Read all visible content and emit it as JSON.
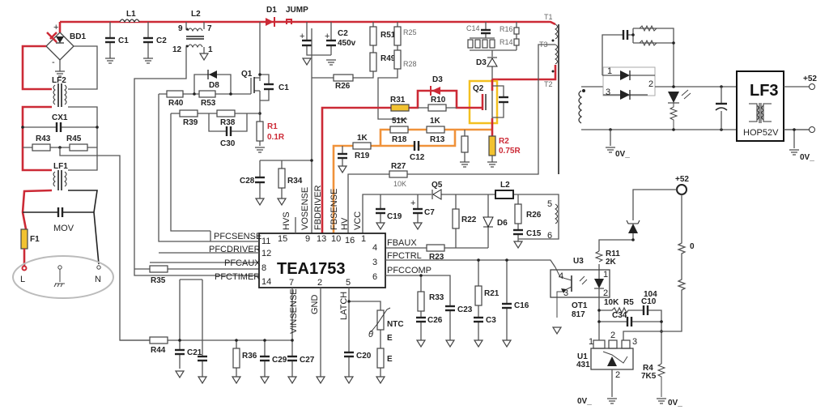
{
  "schematic": {
    "title": "TEA1753 PFC/Flyback power supply schematic",
    "ic": {
      "name": "TEA1753",
      "left_pins": [
        {
          "num": "11",
          "name": "PFCSENSE"
        },
        {
          "num": "12",
          "name": "PFCDRIVER"
        },
        {
          "num": "8",
          "name": "PFCAUX"
        },
        {
          "num": "14",
          "name": "PFCTIMER"
        }
      ],
      "top_pins": [
        {
          "num": "15",
          "name": "HVS"
        },
        {
          "num": "9",
          "name": "VOSENSE"
        },
        {
          "num": "13",
          "name": "FBDRIVER"
        },
        {
          "num": "10",
          "name": "FBSENSE"
        },
        {
          "num": "16",
          "name": "HV"
        },
        {
          "num": "1",
          "name": "VCC"
        }
      ],
      "right_pins": [
        {
          "num": "4",
          "name": "FBAUX"
        },
        {
          "num": "3",
          "name": "FPCTRL"
        },
        {
          "num": "6",
          "name": "PFCCOMP"
        }
      ],
      "bottom_pins": [
        {
          "num": "7",
          "name": "VINSENSE"
        },
        {
          "num": "2",
          "name": "GND"
        },
        {
          "num": "5",
          "name": "LATCH"
        }
      ]
    },
    "input": {
      "bridge": "BD1",
      "lf2": "LF2",
      "cx1": "CX1",
      "r43": "R43",
      "r45": "R45",
      "lf1": "LF1",
      "mov": "MOV",
      "fuse": "F1",
      "line": "L",
      "neutral": "N"
    },
    "pfc": {
      "l1": "L1",
      "c1": "C1",
      "c2": "C2",
      "l2": "L2",
      "l2_pins": {
        "p9": "9",
        "p7": "7",
        "p12": "12",
        "p1": "1"
      },
      "d1": "D1",
      "jump": "JUMP",
      "c2b": "C2",
      "c2b_value": "450v",
      "q1": "Q1",
      "c1b": "C1",
      "d8": "D8",
      "r40": "R40",
      "r53": "R53",
      "r39": "R39",
      "r38": "R38",
      "c30": "C30",
      "r1": "R1",
      "r1_value": "0.1R",
      "c28": "C28",
      "r34": "R34",
      "r35": "R35"
    },
    "flyback": {
      "r51": "R51",
      "r49": "R49",
      "r25": "R25",
      "r28": "R28",
      "r26": "R26",
      "c14": "C14",
      "r16": "R16",
      "r14": "R14",
      "d3_top": "D3",
      "t1": "T1",
      "t3": "T3",
      "t2": "T2",
      "d3": "D3",
      "r31": "R31",
      "r10": "R10",
      "q2": "Q2",
      "r18_value": "51K",
      "r18": "R18",
      "r13_value": "1K",
      "r13": "R13",
      "r19_value": "1K",
      "r19": "R19",
      "c12": "C12",
      "r2": "R2",
      "r2_value": "0.75R",
      "r27": "R27",
      "r27_value": "10K"
    },
    "aux": {
      "q5": "Q5",
      "l2": "L2",
      "c19": "C19",
      "c7": "C7",
      "r22": "R22",
      "d6": "D6",
      "r26": "R26",
      "c15": "C15",
      "pin5": "5",
      "pin6": "6",
      "r23": "R23"
    },
    "bottom": {
      "r44": "R44",
      "c21": "C21",
      "r36": "R36",
      "c29": "C29",
      "c27": "C27",
      "c20": "C20",
      "ntc": "NTC",
      "theta": "θ",
      "e1": "E",
      "e2": "E",
      "r33": "R33",
      "c26": "C26",
      "c23": "C23",
      "r21": "R21",
      "c3": "C3",
      "c16": "C16"
    },
    "secondary": {
      "diode_pins": {
        "p1": "1",
        "p2": "2",
        "p3": "3"
      },
      "lf3": "LF3",
      "lf3_part": "HOP52V",
      "out_plus": "+52",
      "gnd1": "0V_",
      "gnd2": "0V_"
    },
    "feedback": {
      "out_plus": "+52",
      "r11": "R11",
      "r11_value": "2K",
      "u3": "U3",
      "u3_pins": {
        "p4": "4",
        "p3": "3",
        "p1": "1",
        "p2": "2"
      },
      "ot1": "OT1",
      "ot1_value": "817",
      "r5_value": "10K",
      "r5": "R5",
      "c10_value": "104",
      "c10": "C10",
      "c34": "C34",
      "r_zero": "0",
      "u1": "U1",
      "u1_value": "431",
      "u1_pins": {
        "p1": "1",
        "p2": "2",
        "p3": "3",
        "p2b": "2"
      },
      "r4": "R4",
      "r4_value": "7K5",
      "gnd1": "0V_",
      "gnd2": "0V_"
    }
  }
}
